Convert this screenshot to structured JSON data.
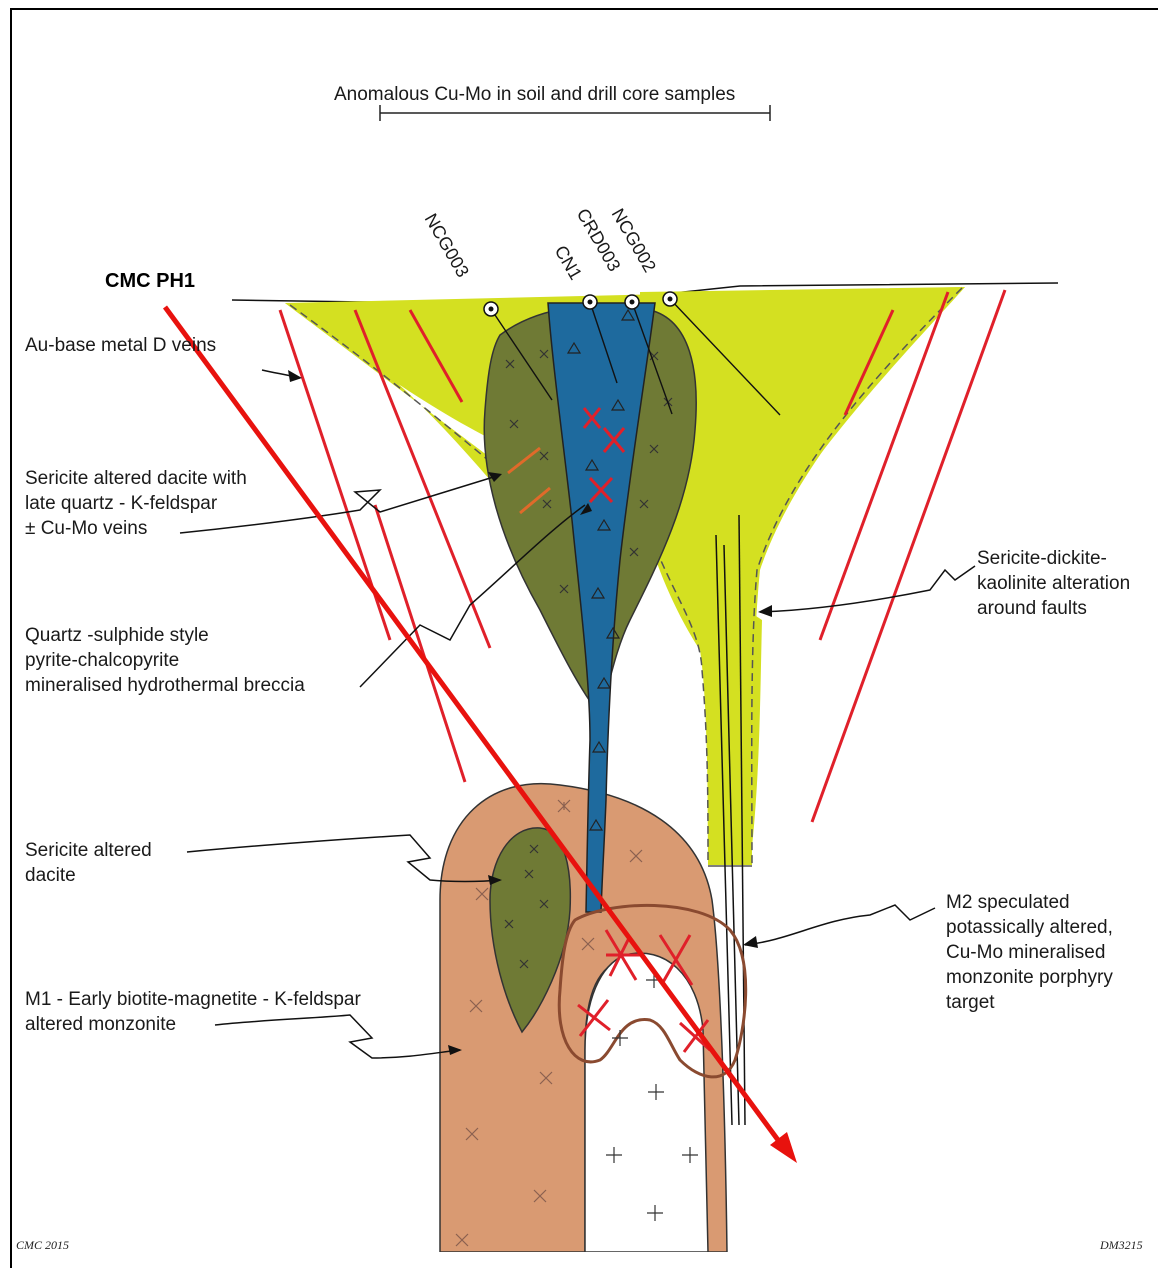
{
  "title": "Anomalous Cu-Mo in soil and drill core samples",
  "section_label": "CMC PH1",
  "drillholes": [
    "NCG003",
    "CN1",
    "CRD003",
    "NCG002"
  ],
  "labels": {
    "au_veins": "Au-base metal D veins",
    "sericite_dacite_veins": "Sericite altered dacite with\nlate quartz - K-feldspar\n± Cu-Mo veins",
    "breccia": "Quartz -sulphide style\npyrite-chalcopyrite\nmineralised hydrothermal breccia",
    "sericite_dacite": "Sericite altered\ndacite",
    "m1": "M1 - Early biotite-magnetite - K-feldspar\naltered monzonite",
    "dickite": "Sericite-dickite-\nkaolinite alteration\naround faults",
    "m2": "M2 speculated\npotassically altered,\nCu-Mo mineralised\nmonzonite porphyry\ntarget"
  },
  "footer": {
    "left": "CMC 2015",
    "right": "DM3215"
  },
  "colors": {
    "sericite_dickite": "#d4e021",
    "dacite": "#6f7a35",
    "breccia": "#1e6a9e",
    "monzonite": "#d99a72",
    "fault": "#e0202a",
    "arrow": "#e8120e",
    "m2_outline": "#8a4a30"
  }
}
